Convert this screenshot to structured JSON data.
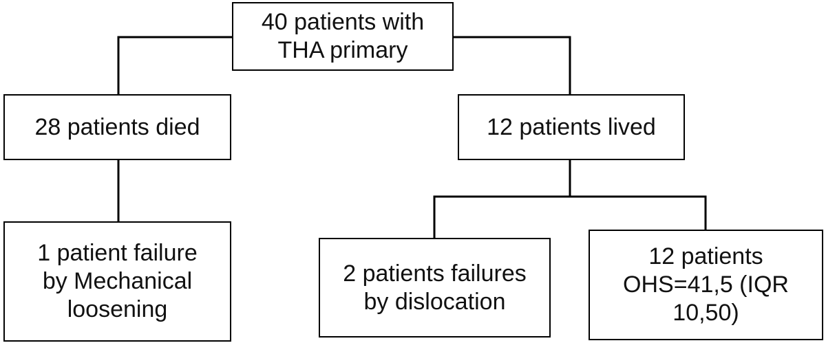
{
  "nodes": {
    "root": "40 patients with\nTHA primary",
    "died": "28 patients died",
    "lived": "12 patients lived",
    "mechanical": "1 patient failure\nby Mechanical\nloosening",
    "dislocation": "2 patients failures\nby dislocation",
    "ohs": "12 patients\nOHS=41,5 (IQR\n10,50)"
  },
  "colors": {
    "line": "#000000",
    "box_border": "#000000",
    "text": "#111111",
    "background": "#ffffff"
  }
}
